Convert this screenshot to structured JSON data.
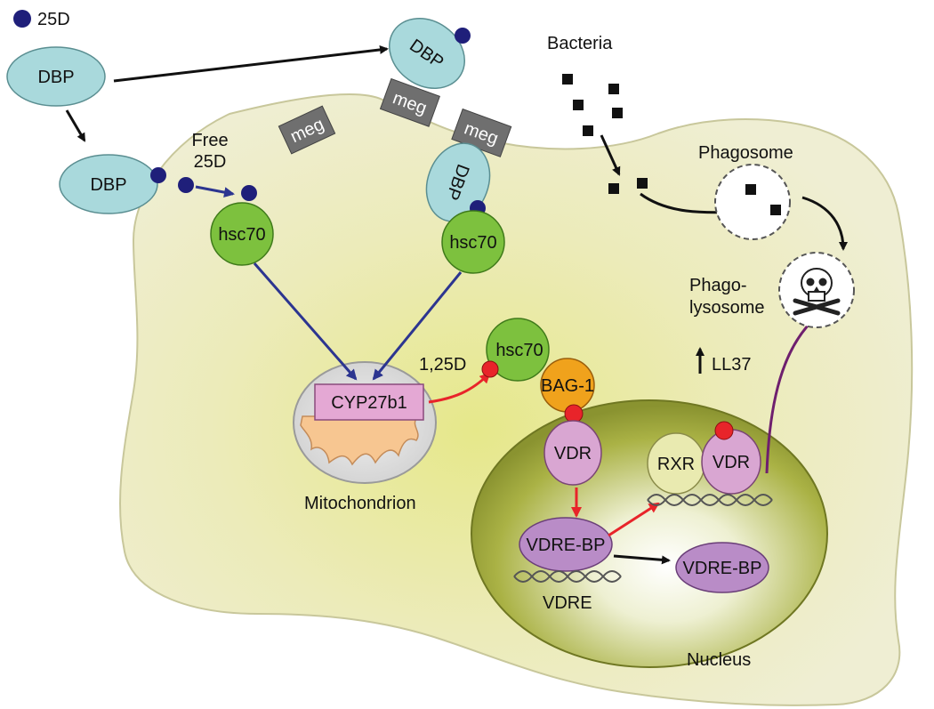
{
  "legend": {
    "dot_label": "25D"
  },
  "labels": {
    "bacteria": "Bacteria",
    "free_25d_line1": "Free",
    "free_25d_line2": "25D",
    "phagosome": "Phagosome",
    "phagolysosome_line1": "Phago-",
    "phagolysosome_line2": "lysosome",
    "ll37": "LL37",
    "mitochondrion": "Mitochondrion",
    "nucleus": "Nucleus",
    "vdre": "VDRE",
    "dose_125d": "1,25D"
  },
  "nodes": {
    "dbp": "DBP",
    "meg": "meg",
    "hsc70": "hsc70",
    "cyp27b1": "CYP27b1",
    "bag1": "BAG-1",
    "vdr": "VDR",
    "rxr": "RXR",
    "vdre_bp": "VDRE-BP"
  },
  "colors": {
    "cell_fill": "#ecebb4",
    "cell_stroke": "#bdbb8a",
    "dbp": "#a9d9dc",
    "meg": "#6f6f6f",
    "hsc70": "#7dc13e",
    "vitamin_dot": "#1f1f7a",
    "ligand_red": "#e8242a",
    "vdr": "#d9a6d2",
    "vdre_bp": "#b98cc7",
    "rxr": "#e9eab0",
    "bag1": "#f0a21c",
    "nucleus": "#9aa534",
    "cyp27b1": "#e4a8d4",
    "blue_arrow": "#2c3590",
    "red_arrow": "#e8242a",
    "purple_arrow": "#6e1f6e"
  }
}
